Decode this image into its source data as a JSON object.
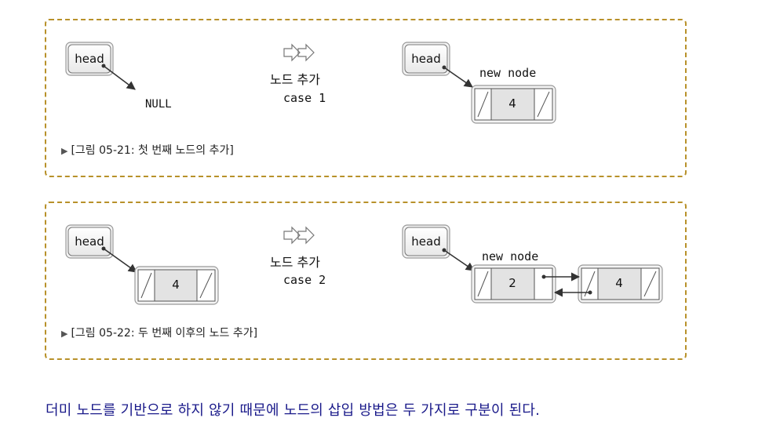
{
  "figure1": {
    "head_label": "head",
    "null_label": "NULL",
    "action_title": "노드 추가",
    "action_case": "case 1",
    "right_head_label": "head",
    "new_node_label": "new node",
    "new_node_value": "4",
    "caption": "[그림 05-21: 첫 번째 노드의 추가]"
  },
  "figure2": {
    "head_label": "head",
    "existing_node_value": "4",
    "action_title": "노드 추가",
    "action_case": "case 2",
    "right_head_label": "head",
    "new_node_label": "new node",
    "new_node_value": "2",
    "linked_node_value": "4",
    "caption": "[그림 05-22: 두 번째 이후의 노드 추가]"
  },
  "footer_text": "더미 노드를 기반으로 하지 않기 때문에 노드의 삽입 방법은 두 가지로 구분이 된다.",
  "colors": {
    "border": "#b8912a",
    "footer_text": "#1a1a8a",
    "node_fill": "#e3e3e3",
    "arrow": "#333333"
  }
}
